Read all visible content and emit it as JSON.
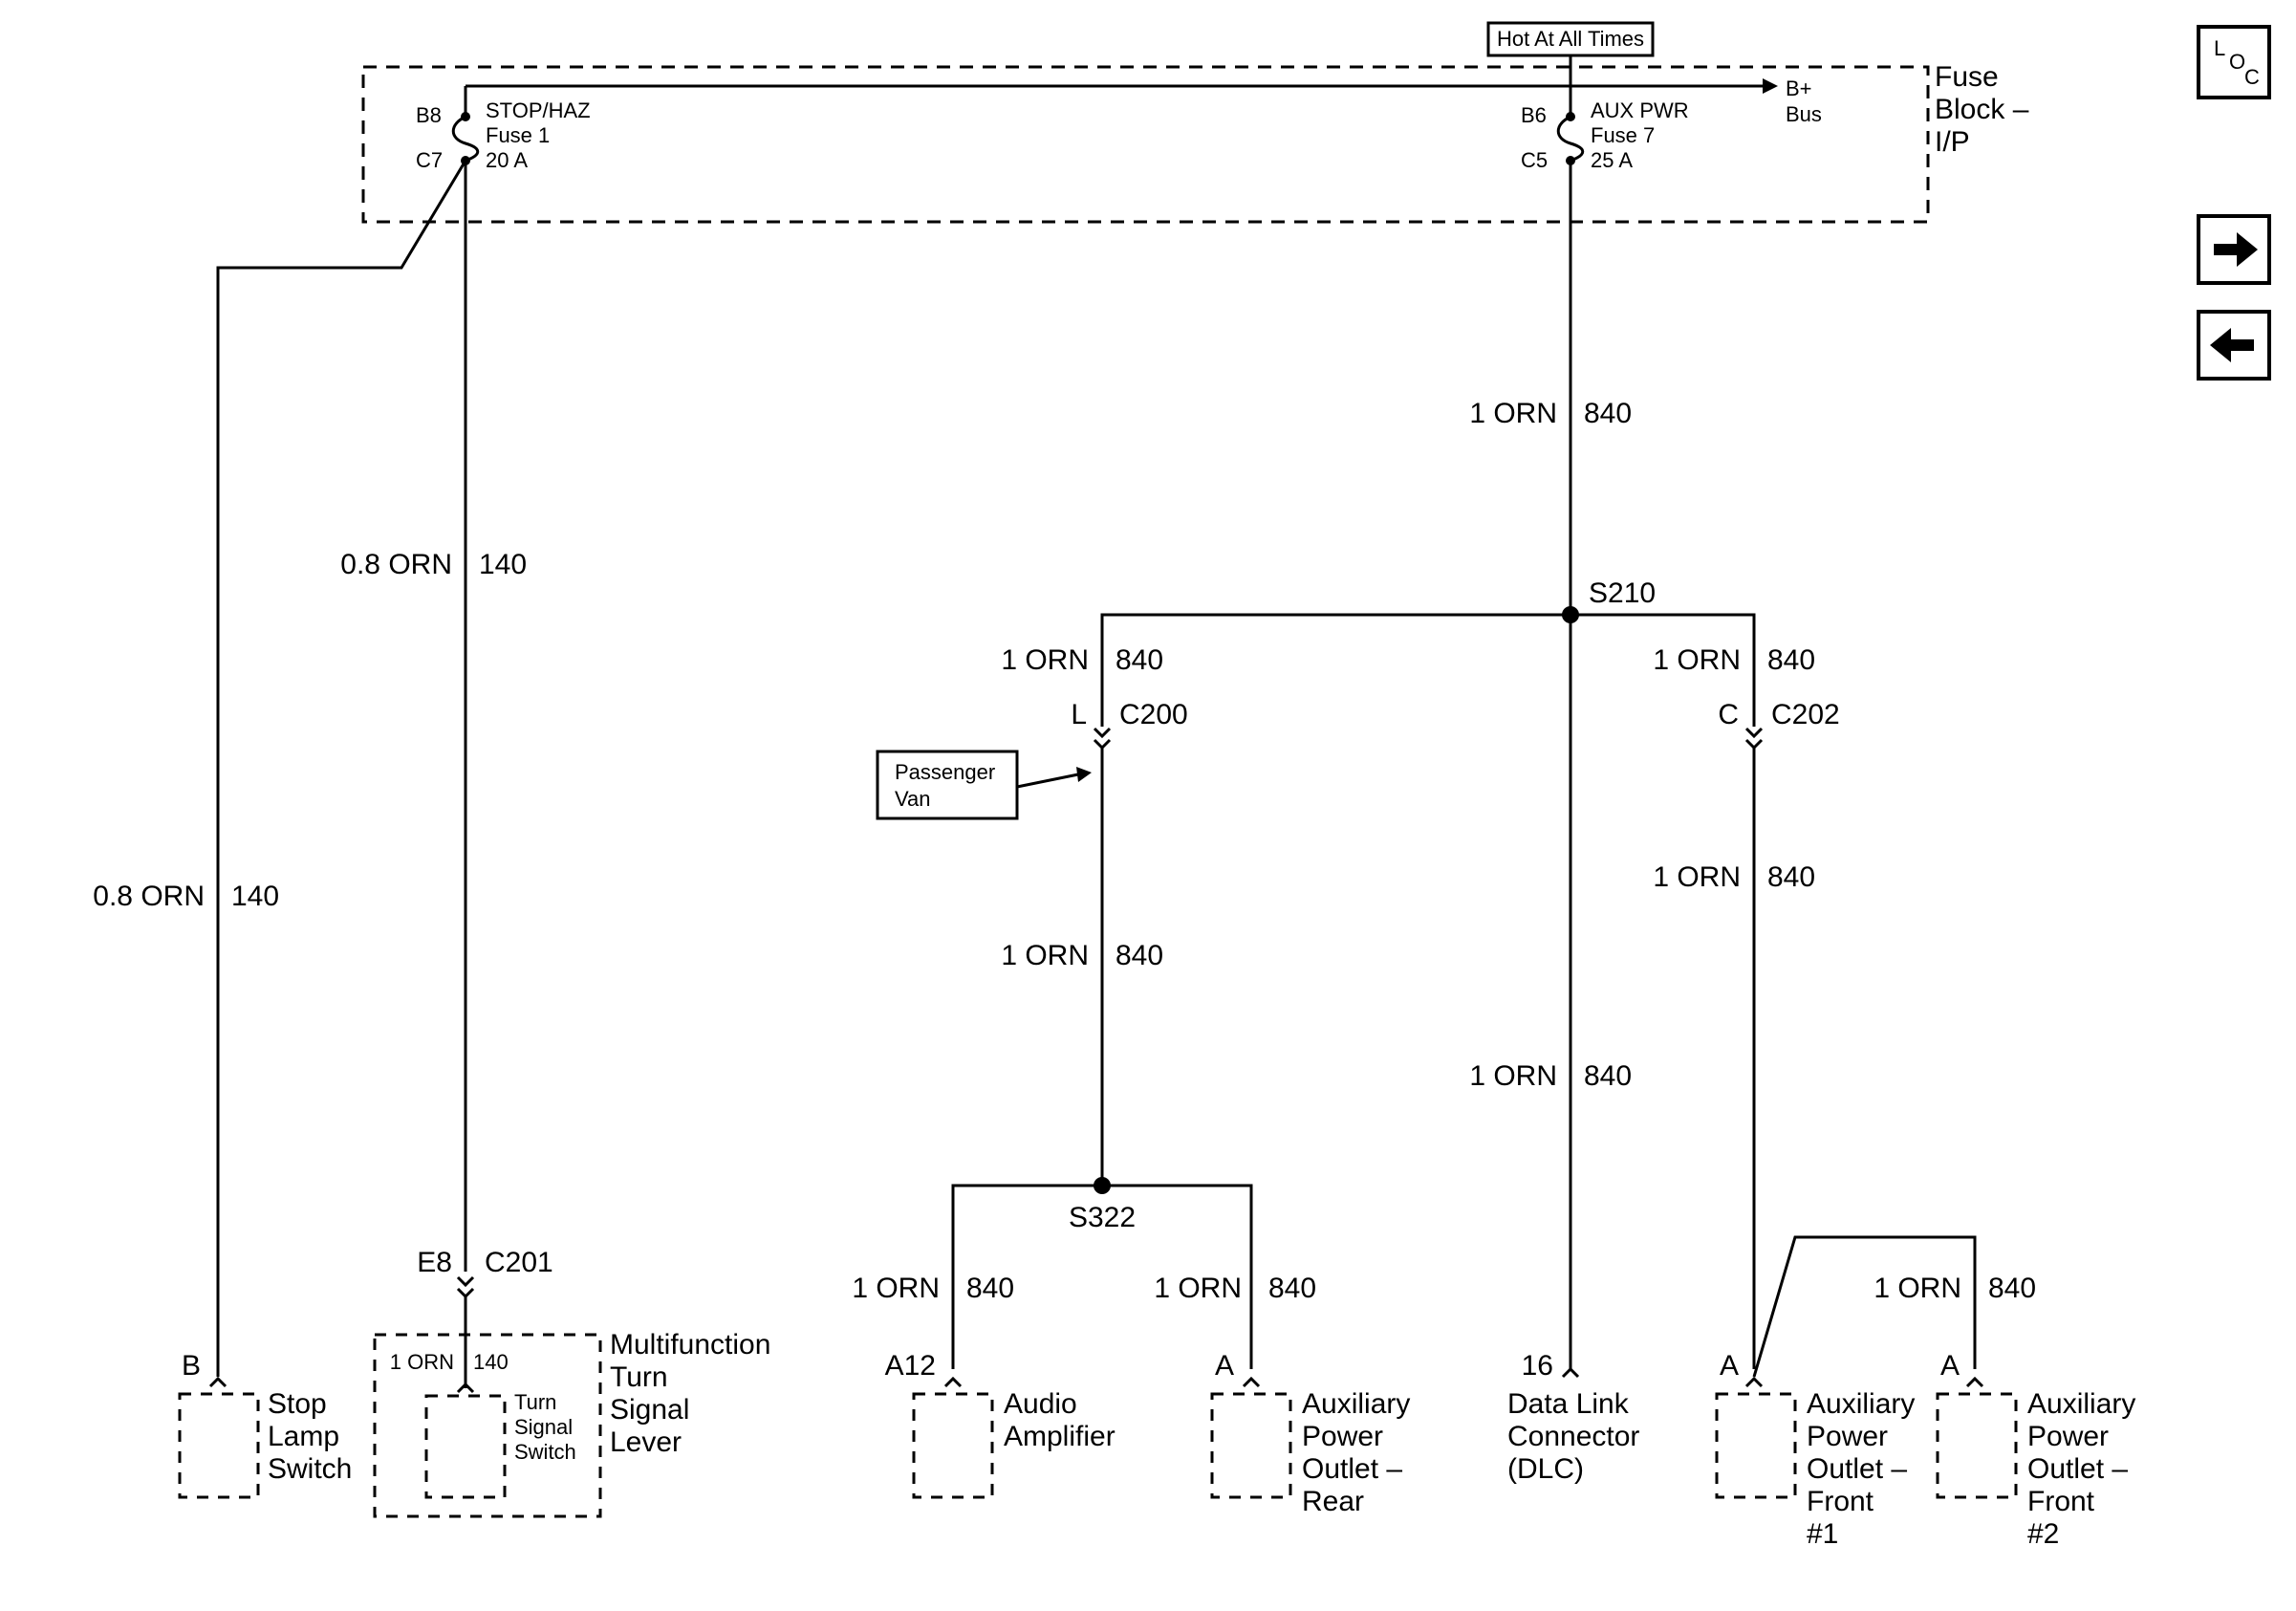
{
  "header": {
    "hot_at_all_times": "Hot At All Times",
    "fuse_block": [
      "Fuse",
      "Block –",
      "I/P"
    ],
    "bus": [
      "B+",
      "Bus"
    ]
  },
  "nav": {
    "loc_label": [
      "L",
      "O",
      "C"
    ],
    "next_icon": "arrow-right-icon",
    "prev_icon": "arrow-left-icon"
  },
  "fuses": {
    "stop_haz": {
      "top_pin": "B8",
      "bottom_pin": "C7",
      "lines": [
        "STOP/HAZ",
        "Fuse 1",
        "20 A"
      ]
    },
    "aux_pwr": {
      "top_pin": "B6",
      "bottom_pin": "C5",
      "lines": [
        "AUX PWR",
        "Fuse 7",
        "25 A"
      ]
    }
  },
  "wire_labels": {
    "w_left_outer": {
      "gauge": "0.8 ORN",
      "circuit": "140"
    },
    "w_left_inner": {
      "gauge": "0.8 ORN",
      "circuit": "140"
    },
    "w_main_top": {
      "gauge": "1 ORN",
      "circuit": "840"
    },
    "w_branch_left": {
      "gauge": "1 ORN",
      "circuit": "840"
    },
    "w_branch_right": {
      "gauge": "1 ORN",
      "circuit": "840"
    },
    "w_left_mid": {
      "gauge": "1 ORN",
      "circuit": "840"
    },
    "w_main_mid": {
      "gauge": "1 ORN",
      "circuit": "840"
    },
    "w_right_mid": {
      "gauge": "1 ORN",
      "circuit": "840"
    },
    "w_s322_left": {
      "gauge": "1 ORN",
      "circuit": "840"
    },
    "w_s322_right": {
      "gauge": "1 ORN",
      "circuit": "840"
    },
    "w_front2": {
      "gauge": "1 ORN",
      "circuit": "840"
    }
  },
  "splices": {
    "s210": "S210",
    "s322": "S322"
  },
  "connectors": {
    "c200": {
      "pin": "L",
      "name": "C200"
    },
    "c202": {
      "pin": "C",
      "name": "C202"
    },
    "c201": {
      "pin": "E8",
      "name": "C201"
    }
  },
  "note_passenger_van": [
    "Passenger",
    "Van"
  ],
  "components": {
    "stop_lamp": {
      "pin": "B",
      "name": [
        "Stop",
        "Lamp",
        "Switch"
      ]
    },
    "multifunction": {
      "name": [
        "Multifunction",
        "Turn",
        "Signal",
        "Lever"
      ],
      "inner_wire": {
        "gauge": "1 ORN",
        "circuit": "140"
      },
      "inner_name": [
        "Turn",
        "Signal",
        "Switch"
      ]
    },
    "audio_amp": {
      "pin": "A12",
      "name": [
        "Audio",
        "Amplifier"
      ]
    },
    "aux_rear": {
      "pin": "A",
      "name": [
        "Auxiliary",
        "Power",
        "Outlet –",
        "Rear"
      ]
    },
    "dlc": {
      "pin": "16",
      "name": [
        "Data Link",
        "Connector",
        "(DLC)"
      ]
    },
    "aux_front1": {
      "pin": "A",
      "name": [
        "Auxiliary",
        "Power",
        "Outlet –",
        "Front",
        "#1"
      ]
    },
    "aux_front2": {
      "pin": "A",
      "name": [
        "Auxiliary",
        "Power",
        "Outlet –",
        "Front",
        "#2"
      ]
    }
  }
}
